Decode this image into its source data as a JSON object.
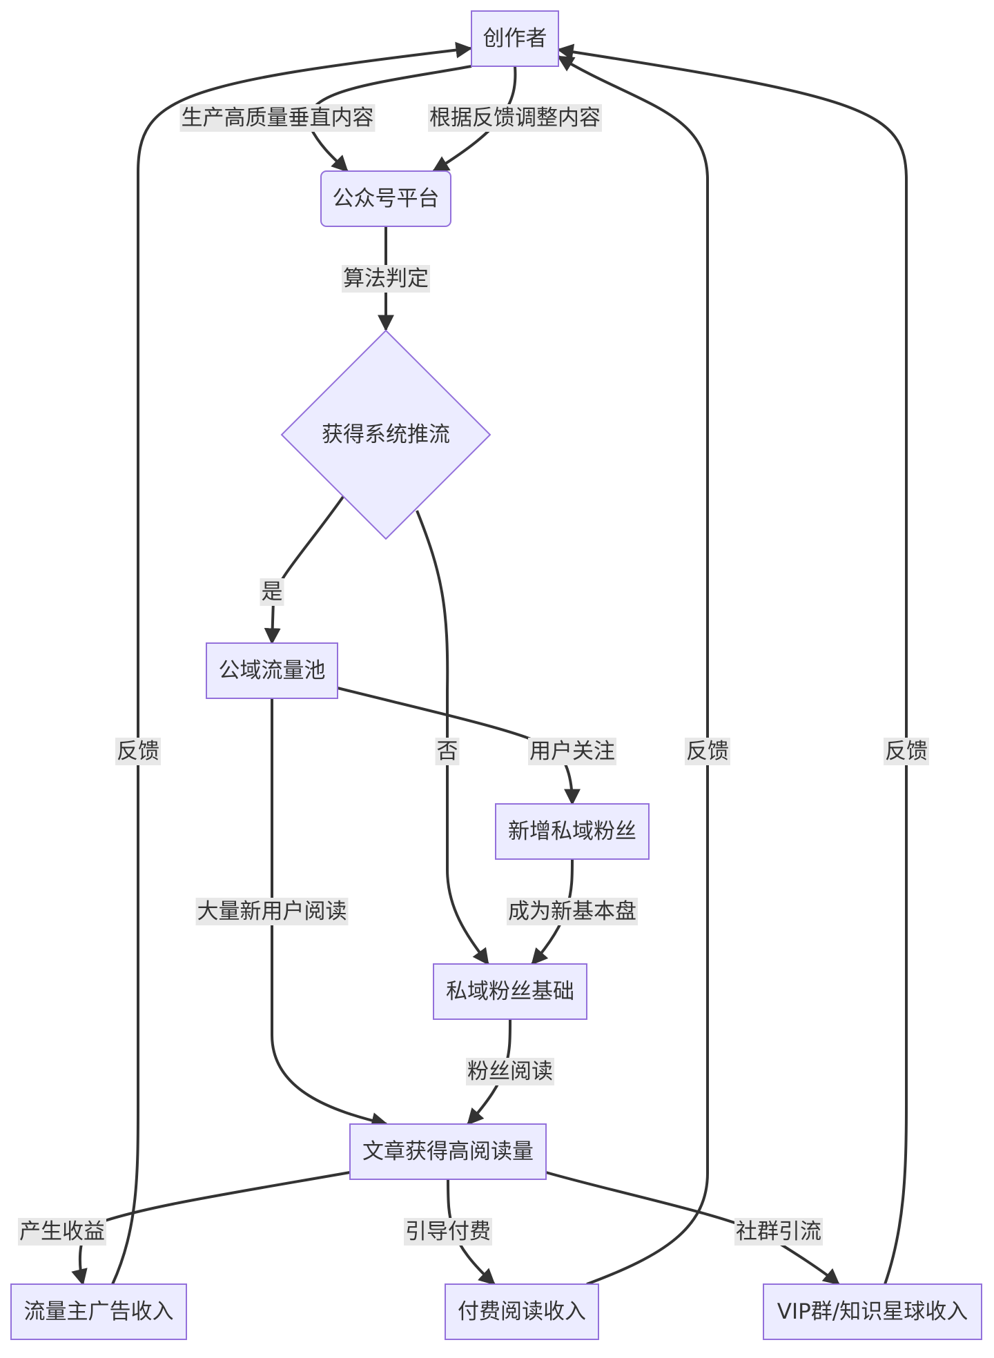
{
  "colors": {
    "node_fill": "#ECECFF",
    "node_stroke": "#9370DB",
    "edge": "#333333",
    "label_bg": "#e8e8e8",
    "text": "#333333"
  },
  "nodes": [
    {
      "id": "creator",
      "label": "创作者",
      "shape": "rect"
    },
    {
      "id": "platform",
      "label": "公众号平台",
      "shape": "rounded-rect"
    },
    {
      "id": "push",
      "label": "获得系统推流",
      "shape": "diamond"
    },
    {
      "id": "pool",
      "label": "公域流量池",
      "shape": "rect"
    },
    {
      "id": "newfans",
      "label": "新增私域粉丝",
      "shape": "rect"
    },
    {
      "id": "base",
      "label": "私域粉丝基础",
      "shape": "rect"
    },
    {
      "id": "reads",
      "label": "文章获得高阅读量",
      "shape": "rect"
    },
    {
      "id": "ad",
      "label": "流量主广告收入",
      "shape": "rect"
    },
    {
      "id": "paid",
      "label": "付费阅读收入",
      "shape": "rect"
    },
    {
      "id": "vip",
      "label": "VIP群/知识星球收入",
      "shape": "rect"
    }
  ],
  "edges": [
    {
      "id": "e1",
      "from": "creator",
      "to": "platform",
      "label": "生产高质量垂直内容"
    },
    {
      "id": "e2",
      "from": "creator",
      "to": "platform",
      "label": "根据反馈调整内容"
    },
    {
      "id": "e3",
      "from": "platform",
      "to": "push",
      "label": "算法判定"
    },
    {
      "id": "e4",
      "from": "push",
      "to": "pool",
      "label": "是"
    },
    {
      "id": "e5",
      "from": "push",
      "to": "base",
      "label": "否"
    },
    {
      "id": "e6",
      "from": "pool",
      "to": "newfans",
      "label": "用户关注"
    },
    {
      "id": "e7",
      "from": "pool",
      "to": "reads",
      "label": "大量新用户阅读"
    },
    {
      "id": "e8",
      "from": "newfans",
      "to": "base",
      "label": "成为新基本盘"
    },
    {
      "id": "e9",
      "from": "base",
      "to": "reads",
      "label": "粉丝阅读"
    },
    {
      "id": "e10",
      "from": "reads",
      "to": "ad",
      "label": "产生收益"
    },
    {
      "id": "e11",
      "from": "reads",
      "to": "paid",
      "label": "引导付费"
    },
    {
      "id": "e12",
      "from": "reads",
      "to": "vip",
      "label": "社群引流"
    },
    {
      "id": "e13",
      "from": "ad",
      "to": "creator",
      "label": "反馈"
    },
    {
      "id": "e14",
      "from": "paid",
      "to": "creator",
      "label": "反馈"
    },
    {
      "id": "e15",
      "from": "vip",
      "to": "creator",
      "label": "反馈"
    }
  ]
}
